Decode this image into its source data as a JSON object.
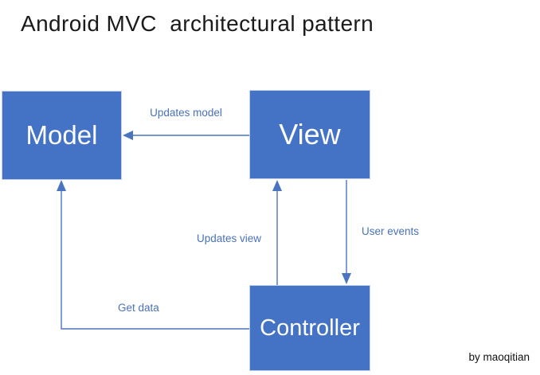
{
  "title": "Android MVC  architectural pattern",
  "byline": "by maoqitian",
  "diagram": {
    "type": "flowchart",
    "nodes": [
      {
        "id": "model",
        "label": "Model"
      },
      {
        "id": "view",
        "label": "View"
      },
      {
        "id": "controller",
        "label": "Controller"
      }
    ],
    "edges": [
      {
        "from": "View",
        "to": "Model",
        "label": "Updates model",
        "direction": "left"
      },
      {
        "from": "Controller",
        "to": "View",
        "label": "Updates view",
        "direction": "up"
      },
      {
        "from": "View",
        "to": "Controller",
        "label": "User events",
        "direction": "down"
      },
      {
        "from": "Controller",
        "to": "Model",
        "label": "Get data",
        "direction": "left-then-up"
      }
    ],
    "colors": {
      "node_fill": "#4472c4",
      "node_border": "#c6d0e4",
      "node_text": "#ffffff",
      "arrow": "#4a74c0",
      "edge_label": "#4a72b8",
      "title": "#1b1b1b"
    }
  }
}
